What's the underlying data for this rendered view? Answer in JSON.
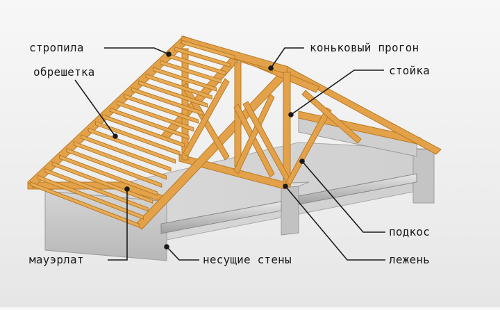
{
  "labels": {
    "rafters": "стропила",
    "battens": "обрешетка",
    "ridge_purlin": "коньковый прогон",
    "post": "стойка",
    "brace": "подкос",
    "sill_beam": "лежень",
    "mauerlat": "мауэрлат",
    "bearing_walls": "несущие стены"
  },
  "colors": {
    "timber": "#e3a24a",
    "timber_dark": "#b97a24",
    "wall": "#c9c9c9",
    "wall_dark": "#a9a9a9",
    "slab": "#d8d8d8",
    "leader": "#1a1a1a"
  }
}
